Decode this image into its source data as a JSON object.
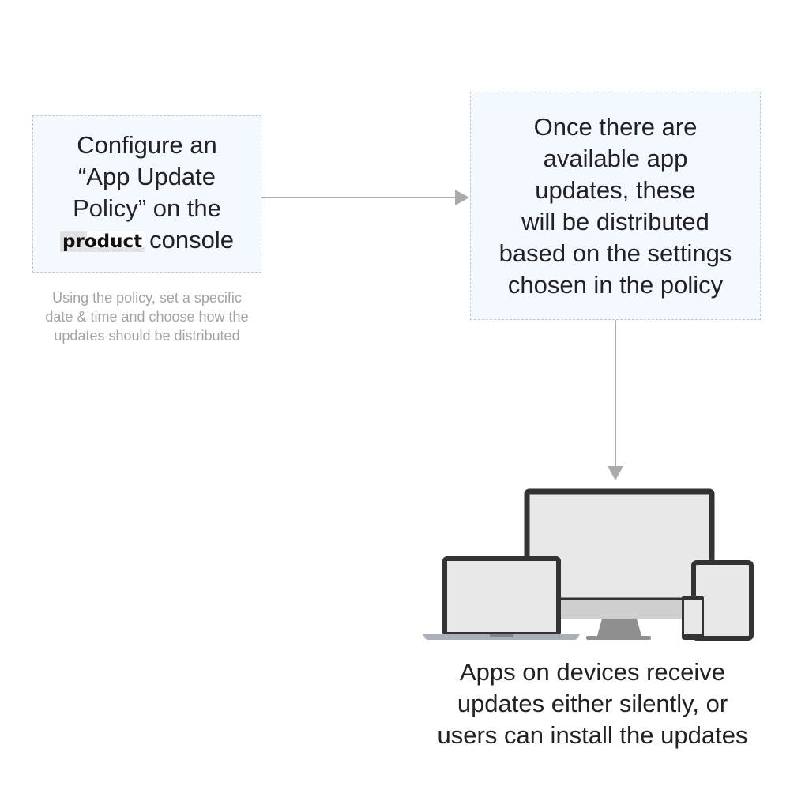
{
  "step1": {
    "lines": [
      "Configure an",
      "“App Update",
      "Policy” on the"
    ],
    "product_label": "product",
    "last_line_rest": "console",
    "caption": [
      "Using the policy, set a specific",
      "date & time and choose how the",
      "updates should be distributed"
    ]
  },
  "step2": {
    "lines": [
      "Once there are",
      "available app",
      "updates, these",
      "will be distributed",
      "based on the settings",
      "chosen in the policy"
    ]
  },
  "step3": {
    "lines": [
      "Apps on devices receive",
      "updates either silently, or",
      "users can install the updates"
    ]
  },
  "colors": {
    "box_fill": "#f3f9fe",
    "box_border": "#b9ccd8",
    "arrow": "#aaaaaa",
    "device_frame": "#333333",
    "device_screen": "#e8e8e8",
    "device_stand": "#8f8f8f",
    "caption_text": "#a3a3a3"
  },
  "icons": [
    "laptop-icon",
    "desktop-monitor-icon",
    "tablet-icon",
    "smartphone-icon"
  ]
}
